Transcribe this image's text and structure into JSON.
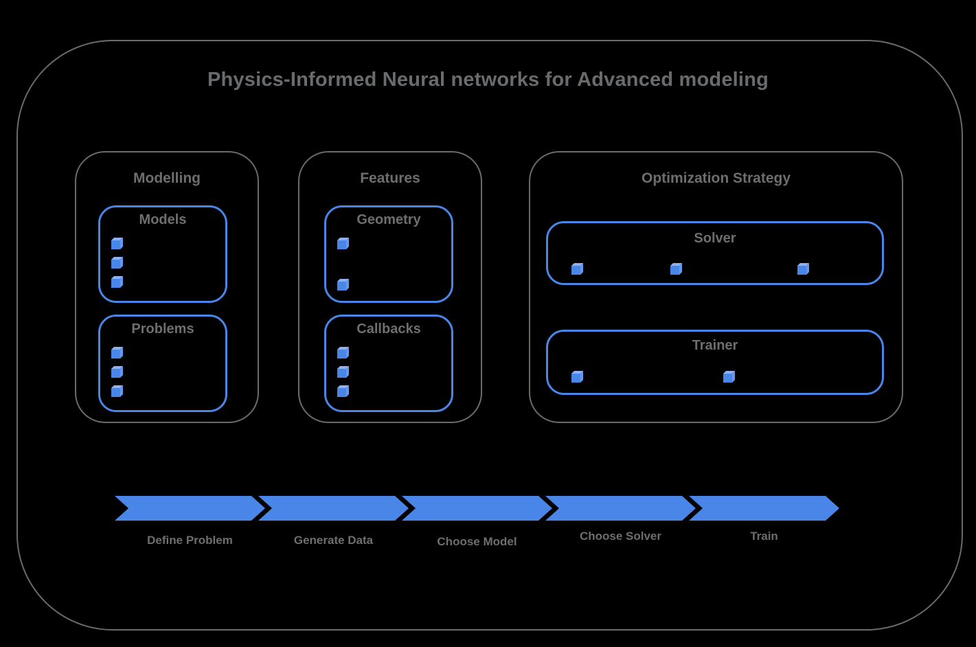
{
  "title": "Physics-Informed Neural networks for Advanced modeling",
  "colors": {
    "accent_blue": "#4a86e8",
    "cube_top_blue": "#8db1f3",
    "cube_side_blue": "#639af0",
    "text_gray": "#6e6e6e",
    "border_gray": "#6b6b6b",
    "background": "#000000"
  },
  "sections": {
    "modelling": {
      "label": "Modelling",
      "boxes": {
        "models": {
          "label": "Models",
          "bullet_count": 3,
          "bullet_icon": "cube-icon"
        },
        "problems": {
          "label": "Problems",
          "bullet_count": 3,
          "bullet_icon": "cube-icon"
        }
      }
    },
    "features": {
      "label": "Features",
      "boxes": {
        "geometry": {
          "label": "Geometry",
          "bullet_count": 2,
          "bullet_icon": "cube-icon"
        },
        "callbacks": {
          "label": "Callbacks",
          "bullet_count": 3,
          "bullet_icon": "cube-icon"
        }
      }
    },
    "optimization": {
      "label": "Optimization Strategy",
      "boxes": {
        "solver": {
          "label": "Solver",
          "bullet_count": 3,
          "bullet_icon": "cube-icon"
        },
        "trainer": {
          "label": "Trainer",
          "bullet_count": 2,
          "bullet_icon": "cube-icon"
        }
      }
    }
  },
  "flow": {
    "steps": [
      {
        "label": "Define Problem"
      },
      {
        "label": "Generate Data"
      },
      {
        "label": "Choose Model"
      },
      {
        "label": "Choose Solver"
      },
      {
        "label": "Train"
      }
    ]
  }
}
